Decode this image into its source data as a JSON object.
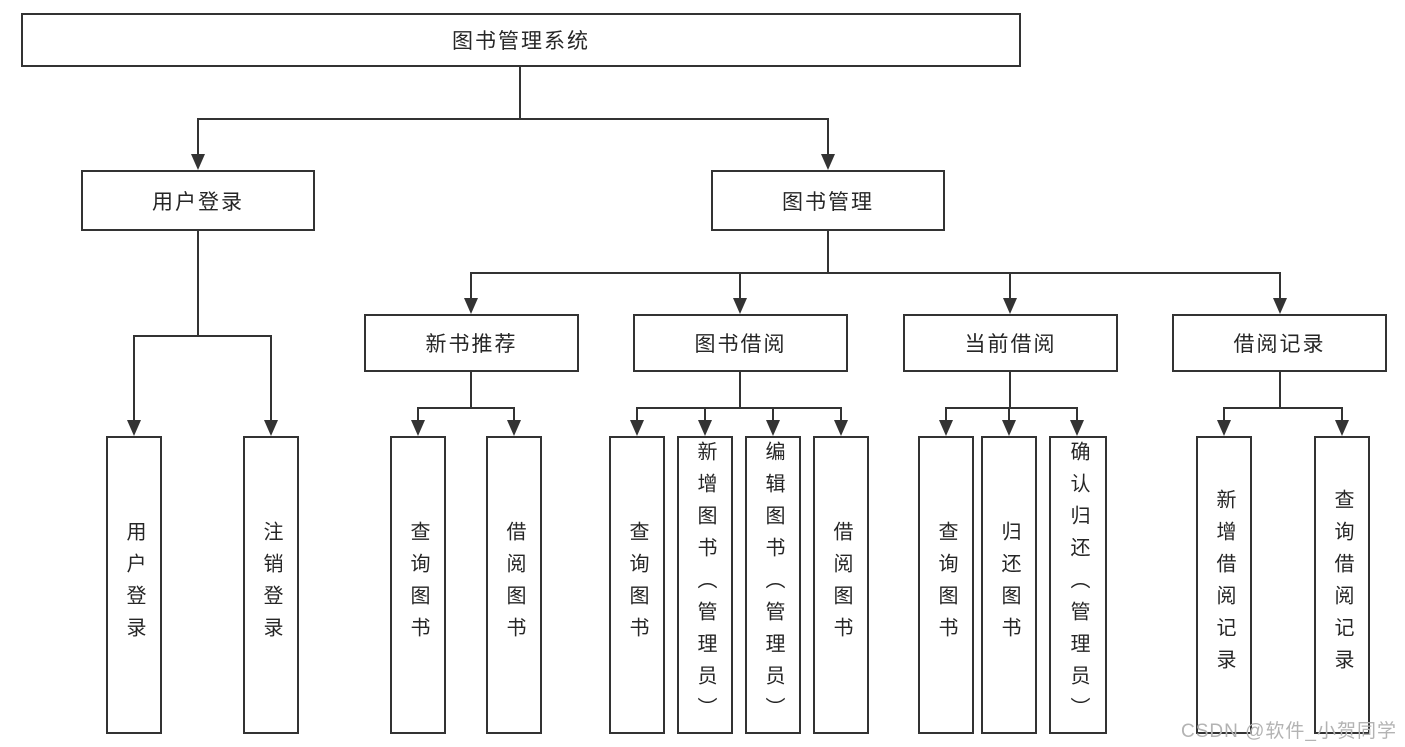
{
  "nodes": {
    "root": {
      "label": "图书管理系统"
    },
    "user_login": {
      "label": "用户登录"
    },
    "book_mgmt": {
      "label": "图书管理"
    },
    "new_book_rec": {
      "label": "新书推荐"
    },
    "book_borrow": {
      "label": "图书借阅"
    },
    "current_borrow": {
      "label": "当前借阅"
    },
    "borrow_records": {
      "label": "借阅记录"
    },
    "login": {
      "label": "用户登录"
    },
    "logout": {
      "label": "注销登录"
    },
    "nbr_query": {
      "label": "查询图书"
    },
    "nbr_borrow": {
      "label": "借阅图书"
    },
    "bb_query": {
      "label": "查询图书"
    },
    "bb_add": {
      "label": "新增图书（管理员）"
    },
    "bb_edit": {
      "label": "编辑图书（管理员）"
    },
    "bb_borrow": {
      "label": "借阅图书"
    },
    "cb_query": {
      "label": "查询图书"
    },
    "cb_return": {
      "label": "归还图书"
    },
    "cb_confirm": {
      "label": "确认归还（管理员）"
    },
    "br_add": {
      "label": "新增借阅记录"
    },
    "br_query": {
      "label": "查询借阅记录"
    }
  },
  "structure": {
    "root": [
      "user_login",
      "book_mgmt"
    ],
    "user_login": [
      "login",
      "logout"
    ],
    "book_mgmt": [
      "new_book_rec",
      "book_borrow",
      "current_borrow",
      "borrow_records"
    ],
    "new_book_rec": [
      "nbr_query",
      "nbr_borrow"
    ],
    "book_borrow": [
      "bb_query",
      "bb_add",
      "bb_edit",
      "bb_borrow"
    ],
    "current_borrow": [
      "cb_query",
      "cb_return",
      "cb_confirm"
    ],
    "borrow_records": [
      "br_add",
      "br_query"
    ]
  },
  "watermark": {
    "text": "CSDN @软件_小贺同学"
  },
  "colors": {
    "line": "#333333",
    "text": "#262626",
    "watermark": "#b3b3b3",
    "background": "#ffffff"
  }
}
